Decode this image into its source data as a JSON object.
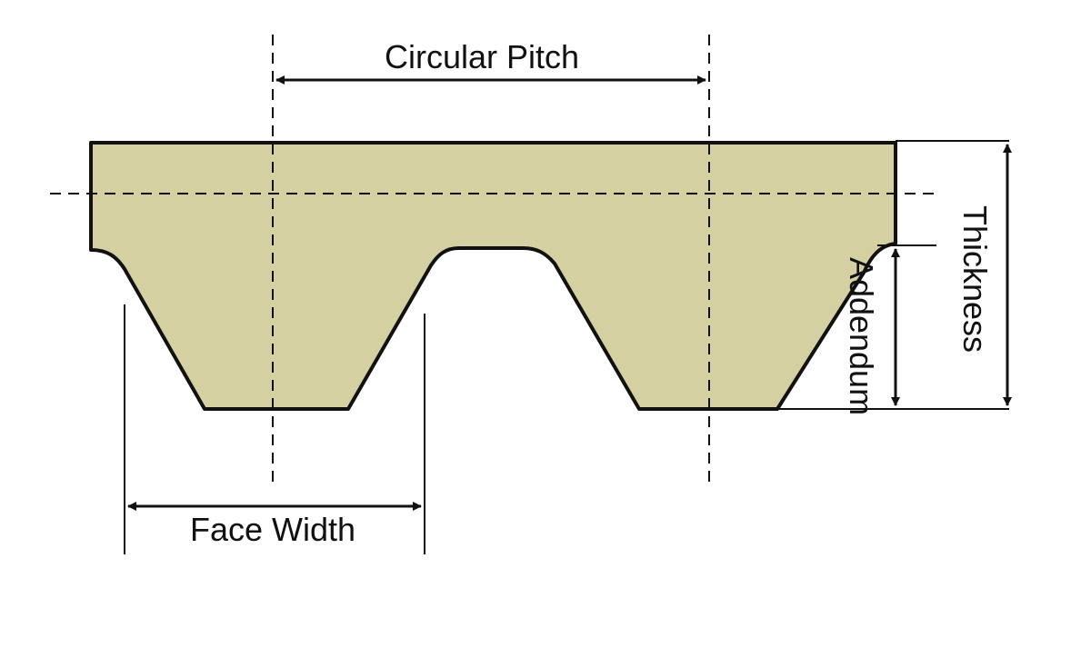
{
  "diagram": {
    "labels": {
      "circular_pitch": "Circular Pitch",
      "face_width": "Face Width",
      "thickness": "Thickness",
      "addendum": "Addendum"
    },
    "colors": {
      "belt_fill": "#D4D0A2",
      "outline": "#111111",
      "background": "#FFFFFF"
    }
  }
}
